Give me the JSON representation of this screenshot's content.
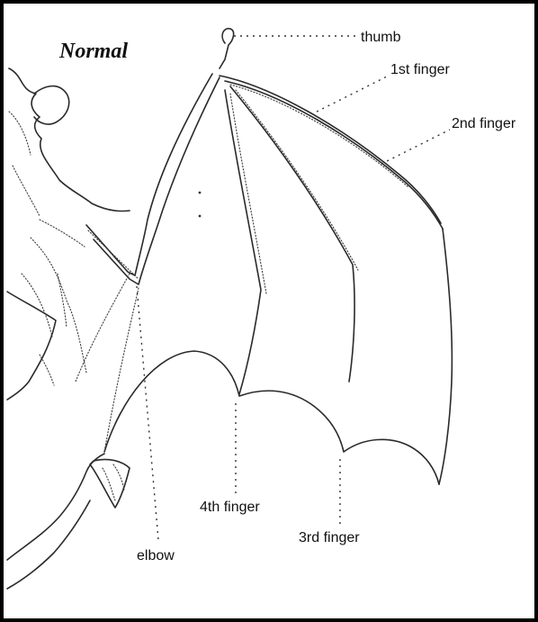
{
  "title": "Normal",
  "labels": {
    "thumb": "thumb",
    "first_finger": "1st finger",
    "second_finger": "2nd finger",
    "fourth_finger": "4th finger",
    "third_finger": "3rd finger",
    "elbow": "elbow"
  },
  "colors": {
    "ink": "#2a2a2a",
    "frame": "#000000",
    "background": "#ffffff"
  }
}
